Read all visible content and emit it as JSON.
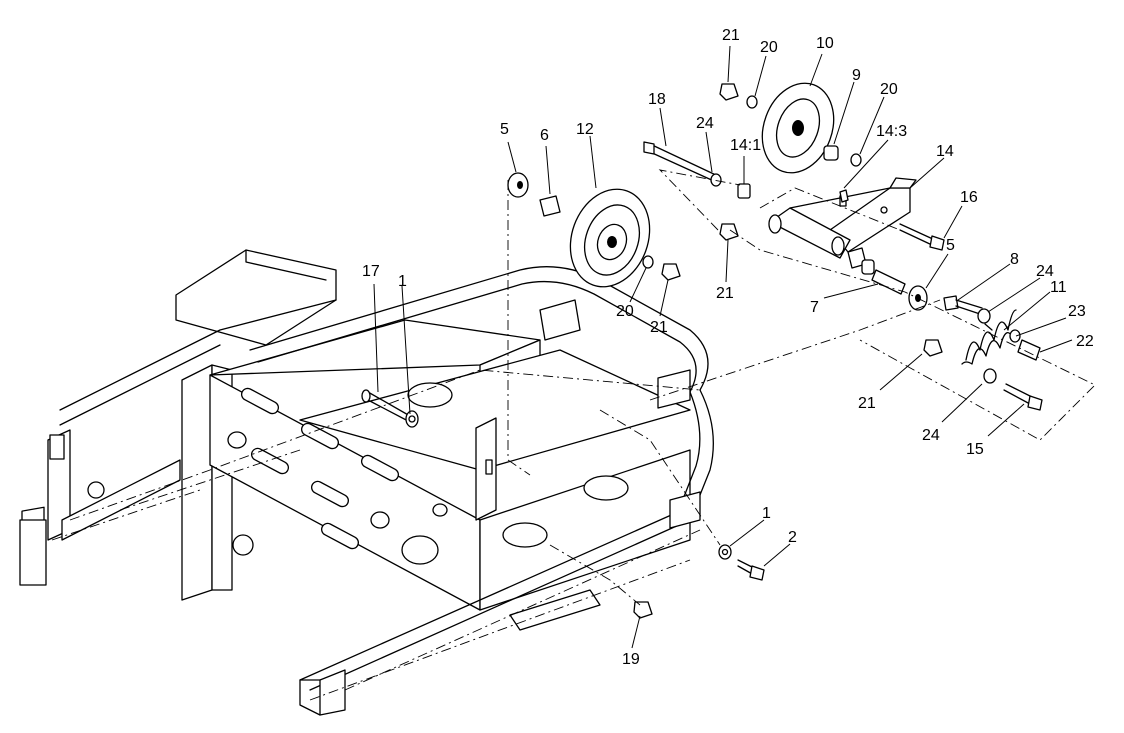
{
  "callouts": {
    "c21_top": "21",
    "c20_top": "20",
    "c10": "10",
    "c9": "9",
    "c20_right": "20",
    "c18": "18",
    "c24_top": "24",
    "c14_1": "14:1",
    "c14_3": "14:3",
    "c14": "14",
    "c5_left": "5",
    "c6": "6",
    "c12": "12",
    "c16": "16",
    "c21_mid": "21",
    "c20_mid": "20",
    "c21_pulley": "21",
    "c5_right": "5",
    "c8": "8",
    "c24_mid": "24",
    "c11": "11",
    "c23": "23",
    "c22": "22",
    "c7": "7",
    "c17": "17",
    "c1_top": "1",
    "c21_low": "21",
    "c24_low": "24",
    "c15": "15",
    "c1_low": "1",
    "c2": "2",
    "c19": "19"
  }
}
